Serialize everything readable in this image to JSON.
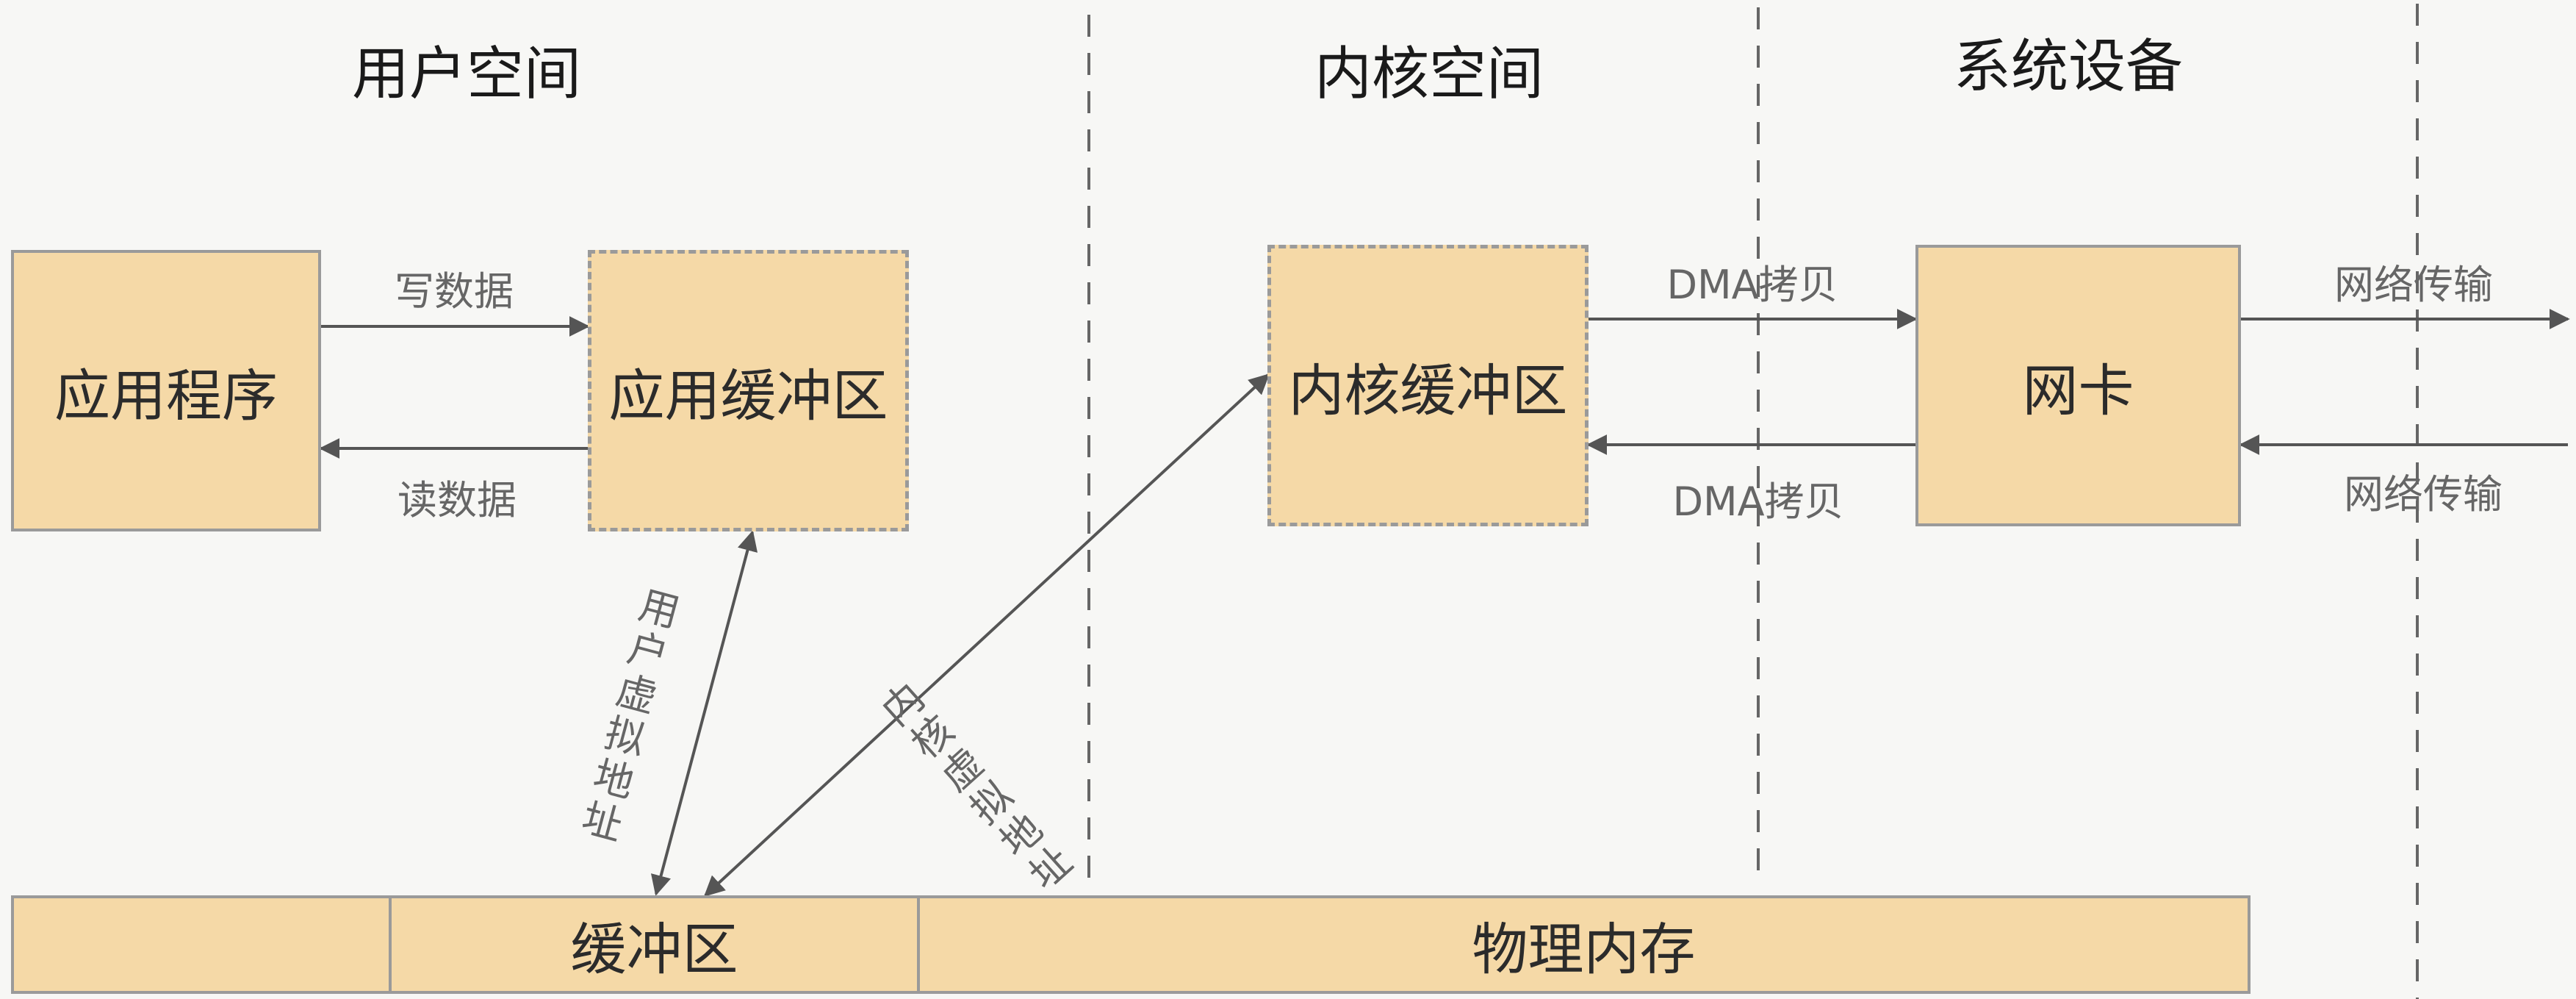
{
  "sections": {
    "user_space": "用户空间",
    "kernel_space": "内核空间",
    "system_devices": "系统设备"
  },
  "boxes": {
    "app": "应用程序",
    "app_buffer": "应用缓冲区",
    "kernel_buffer": "内核缓冲区",
    "nic": "网卡"
  },
  "arrows": {
    "write_data": "写数据",
    "read_data": "读数据",
    "dma_copy_out": "DMA拷贝",
    "dma_copy_in": "DMA拷贝",
    "net_out": "网络传输",
    "net_in": "网络传输",
    "user_virtual_addr": "用户虚拟地址",
    "kernel_virtual_addr": "内核虚拟地址"
  },
  "memory": {
    "buffer": "缓冲区",
    "physical": "物理内存"
  },
  "colors": {
    "box_fill": "#f5d9a7",
    "box_border": "#9a9a9a",
    "line": "#555555"
  }
}
